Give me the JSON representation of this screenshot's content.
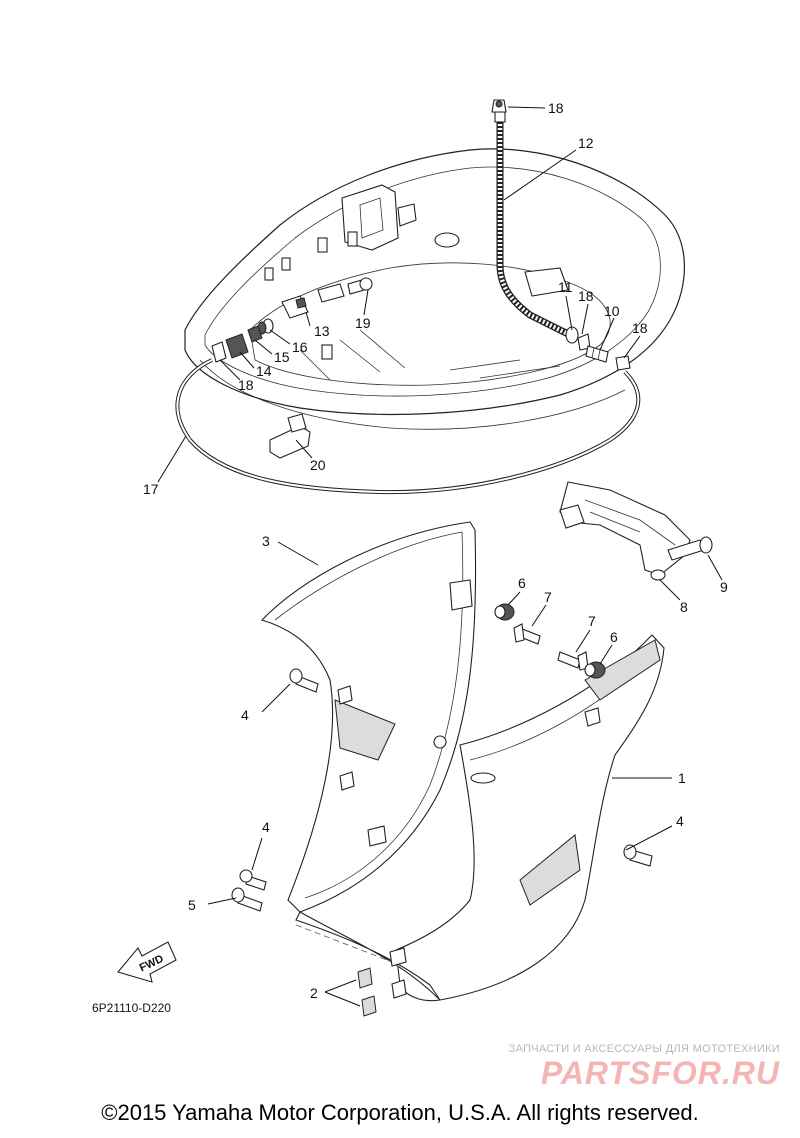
{
  "diagram": {
    "drawing_code": "6P21110-D220",
    "fwd_label": "FWD",
    "copyright": "©2015 Yamaha Motor Corporation, U.S.A. All rights reserved.",
    "watermark": {
      "tagline": "ЗАПЧАСТИ И АКСЕССУАРЫ ДЛЯ МОТОТЕХНИКИ",
      "logo": "PARTSFOR.RU"
    },
    "callouts": [
      {
        "id": "c18a",
        "label": "18"
      },
      {
        "id": "c12",
        "label": "12"
      },
      {
        "id": "c11",
        "label": "11"
      },
      {
        "id": "c18b",
        "label": "18"
      },
      {
        "id": "c10",
        "label": "10"
      },
      {
        "id": "c18c",
        "label": "18"
      },
      {
        "id": "c19",
        "label": "19"
      },
      {
        "id": "c13",
        "label": "13"
      },
      {
        "id": "c16",
        "label": "16"
      },
      {
        "id": "c15",
        "label": "15"
      },
      {
        "id": "c14",
        "label": "14"
      },
      {
        "id": "c18d",
        "label": "18"
      },
      {
        "id": "c20",
        "label": "20"
      },
      {
        "id": "c17",
        "label": "17"
      },
      {
        "id": "c3",
        "label": "3"
      },
      {
        "id": "c9",
        "label": "9"
      },
      {
        "id": "c8",
        "label": "8"
      },
      {
        "id": "c6a",
        "label": "6"
      },
      {
        "id": "c7a",
        "label": "7"
      },
      {
        "id": "c7b",
        "label": "7"
      },
      {
        "id": "c6b",
        "label": "6"
      },
      {
        "id": "c4a",
        "label": "4"
      },
      {
        "id": "c1",
        "label": "1"
      },
      {
        "id": "c4b",
        "label": "4"
      },
      {
        "id": "c4c",
        "label": "4"
      },
      {
        "id": "c5",
        "label": "5"
      },
      {
        "id": "c2",
        "label": "2"
      }
    ]
  }
}
